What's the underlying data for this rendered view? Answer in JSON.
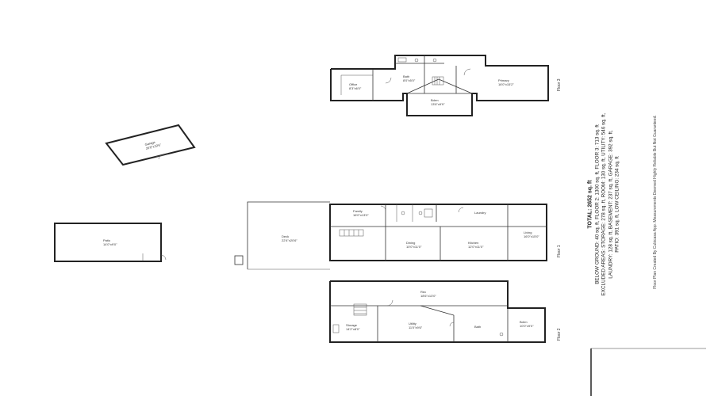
{
  "floors": {
    "floor3": {
      "label": "Floor 3"
    },
    "floor1": {
      "label": "Floor 1"
    },
    "floor2": {
      "label": "Floor 2"
    }
  },
  "rooms": {
    "f3_primary": "Primary\n16'0\"x15'2\"",
    "f3_bedroom": "Bdrm\n13'6\"x9'9\"",
    "f3_bath": "Bath\n8'0\"x5'0\"",
    "f3_office": "Office\n8'3\"x6'0\"",
    "f1_family": "Family\n16'0\"x13'0\"",
    "f1_dining": "Dining\n10'0\"x11'0\"",
    "f1_kitchen": "Kitchen\n12'0\"x11'0\"",
    "f1_living": "Living\n16'0\"x15'0\"",
    "f1_laundry": "Laundry",
    "f1_deck": "Deck\n22'4\"x20'6\"",
    "f2_rec": "Rec\n18'6\"x13'0\"",
    "f2_storage": "Storage\n14'2\"x8'0\"",
    "f2_utility": "Utility\n11'0\"x9'6\"",
    "f2_bedroom": "Bdrm\n10'0\"x9'0\"",
    "f2_bath": "Bath",
    "patio": "Patio\n14'0\"x9'0\"",
    "garage": "Garage\n20'0\"x19'6\""
  },
  "summary": {
    "total": "TOTAL: 2652 sq. ft",
    "line1": "BELOW GROUND: 40 sq. ft, FLOOR 2: 1300 sq. ft, FLOOR 3: 713 sq. ft",
    "line2": "EXCLUDED AREAS: STORAGE: 278 sq. ft, ROOM: 130 sq. ft, UTILITY: 546 sq. ft,",
    "line3": "LAUNDRY: 128 sq. ft, BASEMENT: 237 sq. ft, GARAGE: 392 sq. ft,",
    "line4": "PATIO: 391 sq. ft, LOW CEILING: 234 sq. ft",
    "disclaimer": "Floor Plan Created By Cubicasa App. Measurements Deemed Highly Reliable But Not Guaranteed."
  }
}
